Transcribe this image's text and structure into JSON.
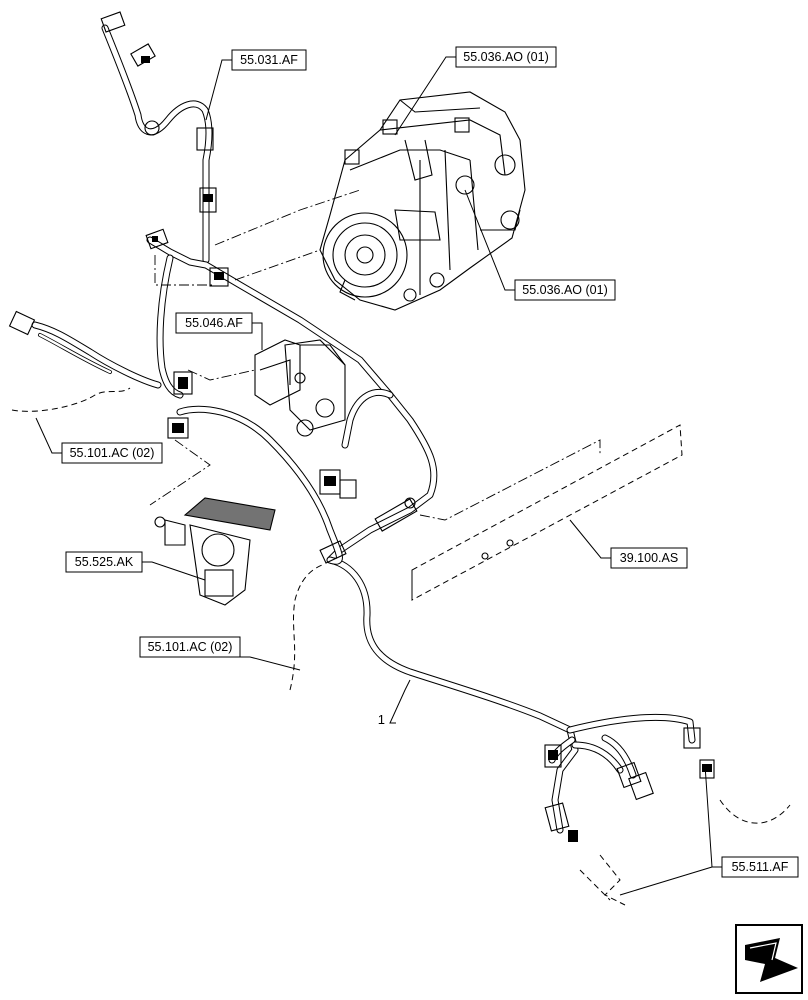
{
  "callouts": {
    "c1": "55.031.AF",
    "c2": "55.036.AO (01)",
    "c3": "55.036.AO (01)",
    "c4": "55.046.AF",
    "c5": "55.101.AC (02)",
    "c6": "55.525.AK",
    "c7": "39.100.AS",
    "c8": "55.101.AC (02)",
    "c9": "1",
    "c10": "55.511.AF"
  },
  "icons": {
    "nav": "next-page-arrow-icon"
  }
}
